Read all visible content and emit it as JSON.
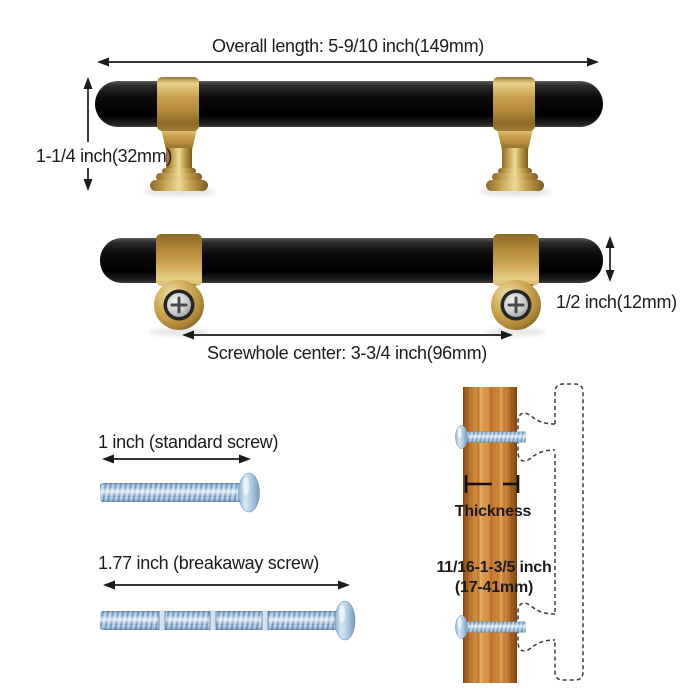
{
  "top_view": {
    "overall_length_label": "Overall length: 5-9/10 inch(149mm)",
    "height_label": "1-1/4 inch(32mm)"
  },
  "bottom_view": {
    "diameter_label": "1/2 inch(12mm)",
    "screwhole_center_label": "Screwhole center: 3-3/4 inch(96mm)"
  },
  "screw_guide": {
    "standard_label": "1 inch (standard screw)",
    "breakaway_label": "1.77 inch (breakaway screw)"
  },
  "installation": {
    "thickness_label": "Thickness",
    "range_line1": "11/16-1-3/5 inch",
    "range_line2": "(17-41mm)"
  },
  "icons": {
    "dimension-arrow": "↔",
    "dashed-handle-outline": "▯"
  },
  "colors": {
    "background": "#ffffff",
    "text": "#1b1b1b",
    "handle_black": "#0c0c0c",
    "gold": "#c9a24b",
    "gold_light": "#ecd492",
    "gold_dark": "#8a672a",
    "screw_blue": "#aecbe6",
    "screw_blue_dark": "#7097ba",
    "wood_mid": "#c87f36",
    "wood_dark": "#7e4512"
  }
}
